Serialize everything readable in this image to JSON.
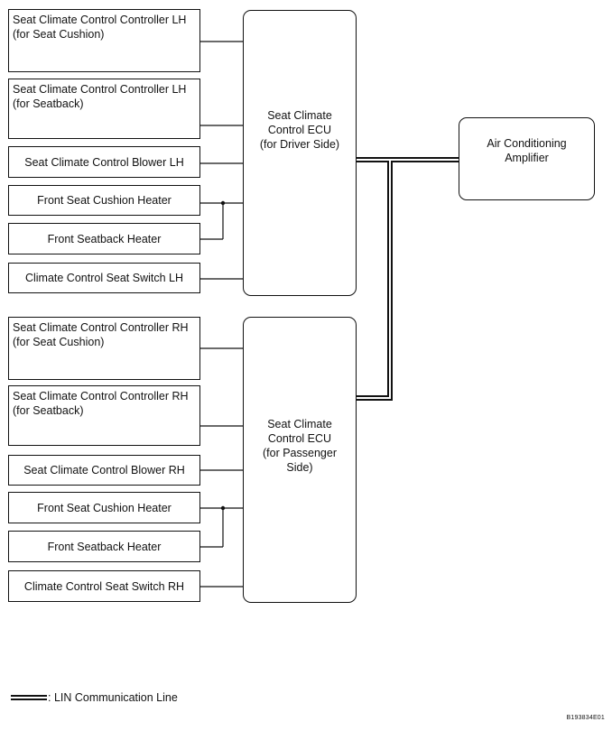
{
  "driver_group": {
    "controller_cushion": "Seat Climate Control Controller LH\n(for Seat Cushion)",
    "controller_back": "Seat Climate Control Controller LH\n(for Seatback)",
    "blower": "Seat Climate Control Blower LH",
    "cushion_heater": "Front Seat Cushion Heater",
    "back_heater": "Front Seatback Heater",
    "switch": "Climate Control Seat Switch LH",
    "ecu": "Seat Climate\nControl ECU\n(for Driver Side)"
  },
  "passenger_group": {
    "controller_cushion": "Seat Climate Control Controller RH\n(for Seat Cushion)",
    "controller_back": "Seat Climate Control Controller RH\n(for Seatback)",
    "blower": "Seat Climate Control Blower RH",
    "cushion_heater": "Front Seat Cushion Heater",
    "back_heater": "Front Seatback Heater",
    "switch": "Climate Control Seat Switch RH",
    "ecu": "Seat Climate\nControl ECU\n(for Passenger\nSide)"
  },
  "amplifier": "Air Conditioning\nAmplifier",
  "legend": ": LIN Communication Line",
  "figure_code": "B193834E01"
}
